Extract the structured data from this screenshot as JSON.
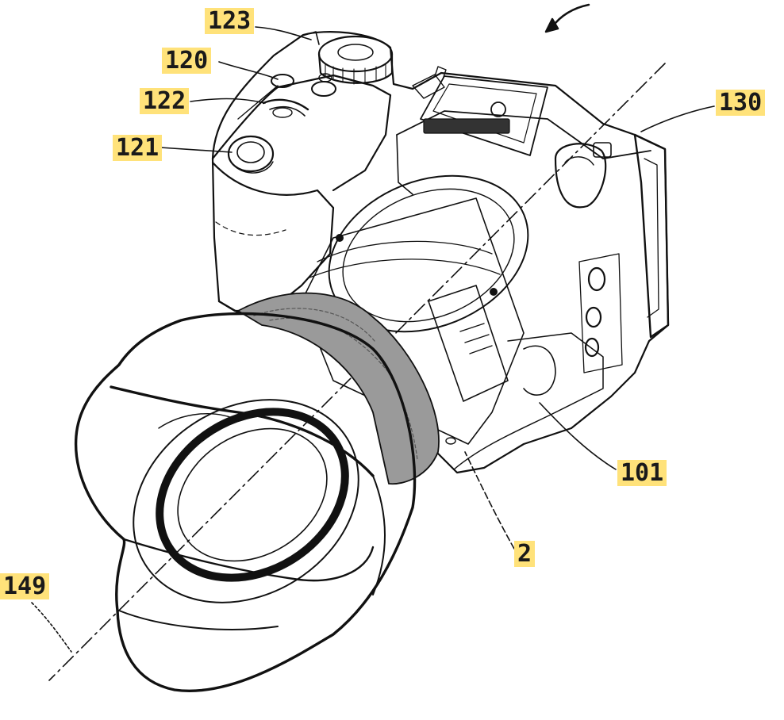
{
  "figure": {
    "highlight_color": "#ffe27a",
    "ink_color": "#111111"
  },
  "labels": {
    "l123": "123",
    "l120": "120",
    "l122": "122",
    "l121": "121",
    "l130": "130",
    "l101": "101",
    "l2": "2",
    "l149": "149"
  }
}
